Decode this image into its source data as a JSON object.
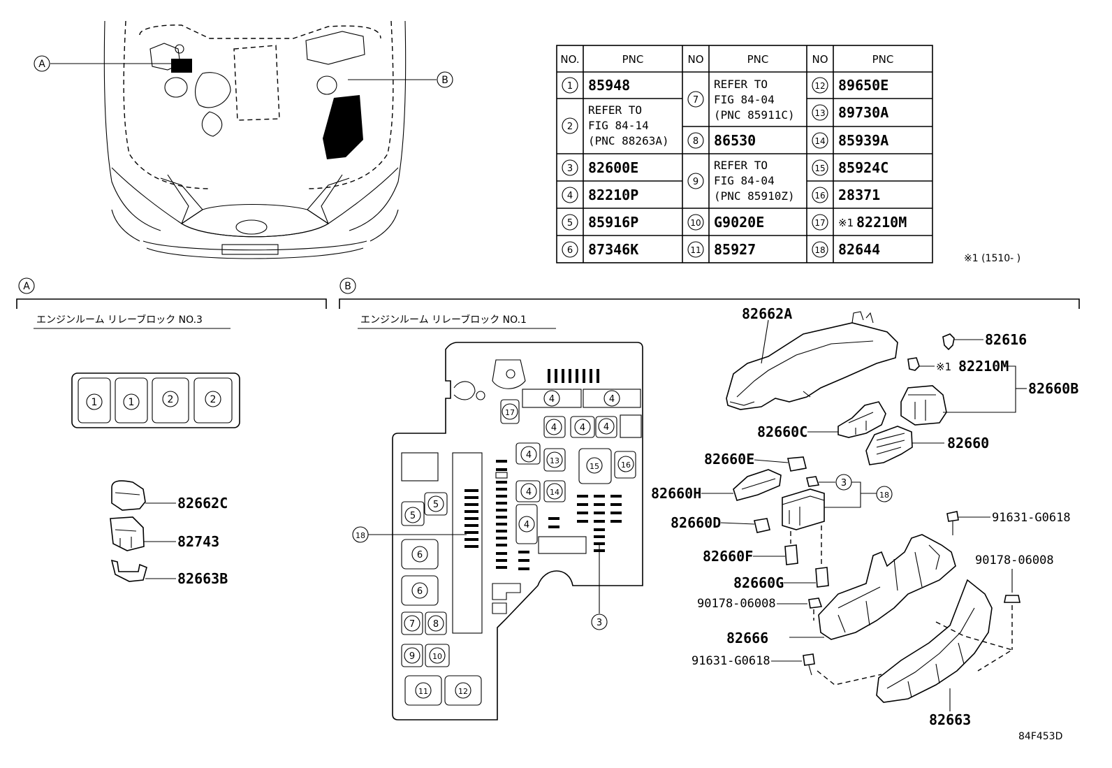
{
  "markers": {
    "a": "A",
    "b": "B"
  },
  "table": {
    "headers": [
      "NO.",
      "PNC",
      "NO",
      "PNC",
      "NO",
      "PNC"
    ],
    "col1": [
      {
        "no": "1",
        "pnc": "85948"
      },
      {
        "no": "2",
        "pnc_lines": [
          "REFER TO",
          "FIG 84-14",
          "(PNC 88263A)"
        ]
      },
      {
        "no": "3",
        "pnc": "82600E"
      },
      {
        "no": "4",
        "pnc": "82210P"
      },
      {
        "no": "5",
        "pnc": "85916P"
      },
      {
        "no": "6",
        "pnc": "87346K"
      }
    ],
    "col2": [
      {
        "no": "7",
        "pnc_lines": [
          "REFER TO",
          "FIG 84-04",
          "(PNC 85911C)"
        ]
      },
      {
        "no": "8",
        "pnc": "86530"
      },
      {
        "no": "9",
        "pnc_lines": [
          "REFER TO",
          "FIG 84-04",
          "(PNC 85910Z)"
        ]
      },
      {
        "no": "10",
        "pnc": "G9020E"
      },
      {
        "no": "11",
        "pnc": "85927"
      }
    ],
    "col3": [
      {
        "no": "12",
        "pnc": "89650E"
      },
      {
        "no": "13",
        "pnc": "89730A"
      },
      {
        "no": "14",
        "pnc": "85939A"
      },
      {
        "no": "15",
        "pnc": "85924C"
      },
      {
        "no": "16",
        "pnc": "28371"
      },
      {
        "no": "17",
        "pnc_note": "※1",
        "pnc": "82210M"
      },
      {
        "no": "18",
        "pnc": "82644"
      }
    ],
    "note": "※1 (1510-      )"
  },
  "section_a": {
    "title": "エンジンルーム  リレーブロック NO.3",
    "relay_numbers": [
      "1",
      "1",
      "2",
      "2"
    ],
    "parts": [
      "82662C",
      "82743",
      "82663B"
    ]
  },
  "section_b": {
    "title": "エンジンルーム  リレーブロック  NO.1",
    "callouts": [
      "18",
      "3"
    ],
    "parts": {
      "cover": "82662A",
      "p82616": "82616",
      "p82210M_note": "※1",
      "p82210M": "82210M",
      "p82660B": "82660B",
      "p82660C": "82660C",
      "p82660": "82660",
      "p82660E": "82660E",
      "p82660H": "82660H",
      "p82660D": "82660D",
      "p82660F": "82660F",
      "p82660G": "82660G",
      "bolt_top": "91631-G0618",
      "nut_right": "90178-06008",
      "nut_left": "90178-06008",
      "p82666": "82666",
      "bolt_bottom": "91631-G0618",
      "p82663": "82663",
      "callout_3": "3",
      "callout_18": "18"
    }
  },
  "figure_id": "84F453D"
}
